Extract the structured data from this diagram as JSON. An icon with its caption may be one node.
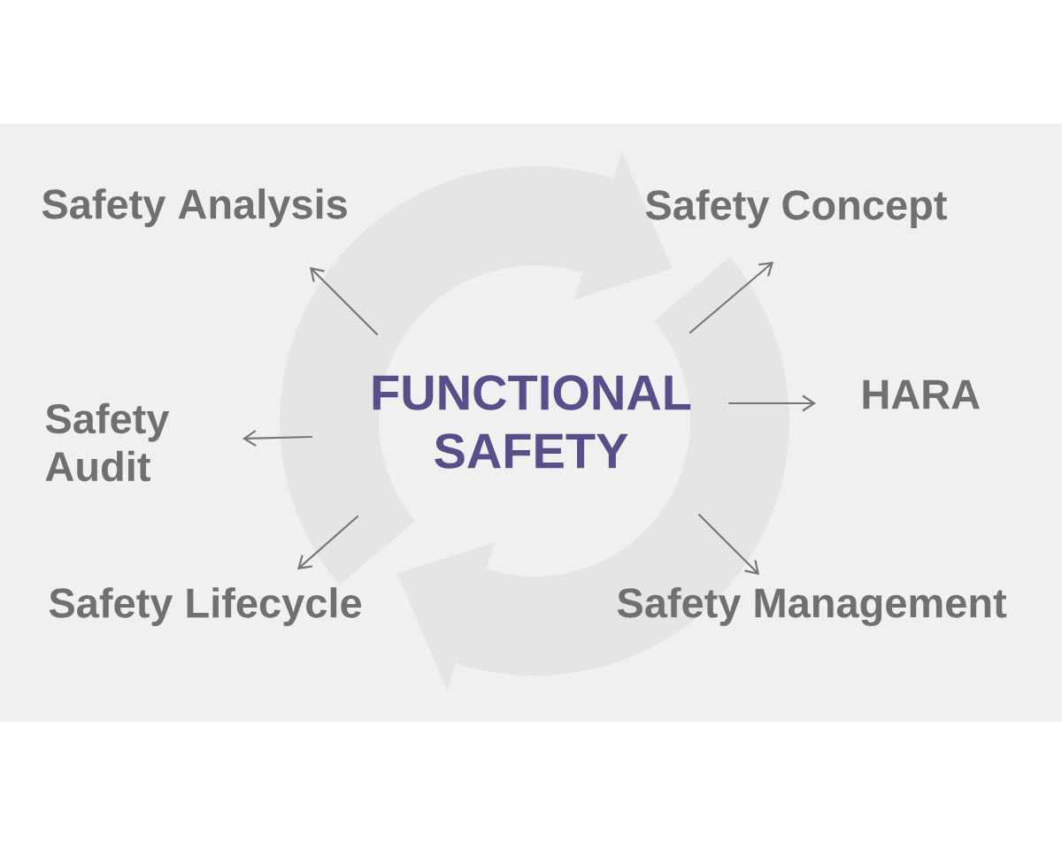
{
  "diagram": {
    "nodes": [
      {
        "text": [
          "Safety Analysis"
        ]
      },
      {
        "text": [
          "Safety Concept"
        ]
      },
      {
        "text": [
          "Safety Audit"
        ]
      },
      {
        "text": [
          "FUNCTIONAL SAFETY"
        ]
      },
      {
        "text": [
          "HARA"
        ]
      },
      {
        "text": [
          "Safety Lifecycle"
        ]
      },
      {
        "text": [
          "Safety Management"
        ]
      }
    ],
    "edges": [
      {
        "from": 3,
        "to": 0,
        "arrow": "to"
      },
      {
        "from": 3,
        "to": 1,
        "arrow": "to"
      },
      {
        "from": 3,
        "to": 2,
        "arrow": "to"
      },
      {
        "from": 3,
        "to": 4,
        "arrow": "to"
      },
      {
        "from": 3,
        "to": 5,
        "arrow": "to"
      },
      {
        "from": 3,
        "to": 6,
        "arrow": "to"
      }
    ]
  }
}
